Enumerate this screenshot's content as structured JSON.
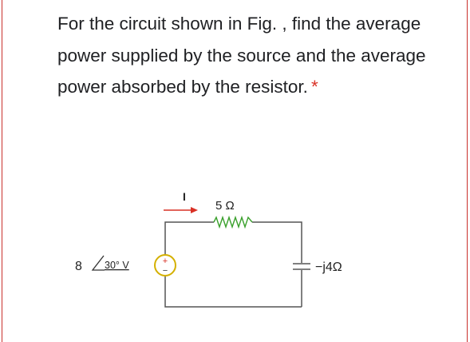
{
  "question": {
    "text": "For the circuit shown in Fig. , find the average power supplied by the source and the average power absorbed by the resistor.",
    "required_mark": "*"
  },
  "circuit": {
    "current_label": "I",
    "resistor_label": "5 Ω",
    "source_magnitude": "8",
    "source_angle": "30° V",
    "capacitor_label": "−j4Ω"
  },
  "colors": {
    "border": "#c9302c",
    "required": "#d93025",
    "resistor": "#3aa02c",
    "source_outline": "#d4b000",
    "arrow": "#d93025",
    "wire": "#555555"
  }
}
